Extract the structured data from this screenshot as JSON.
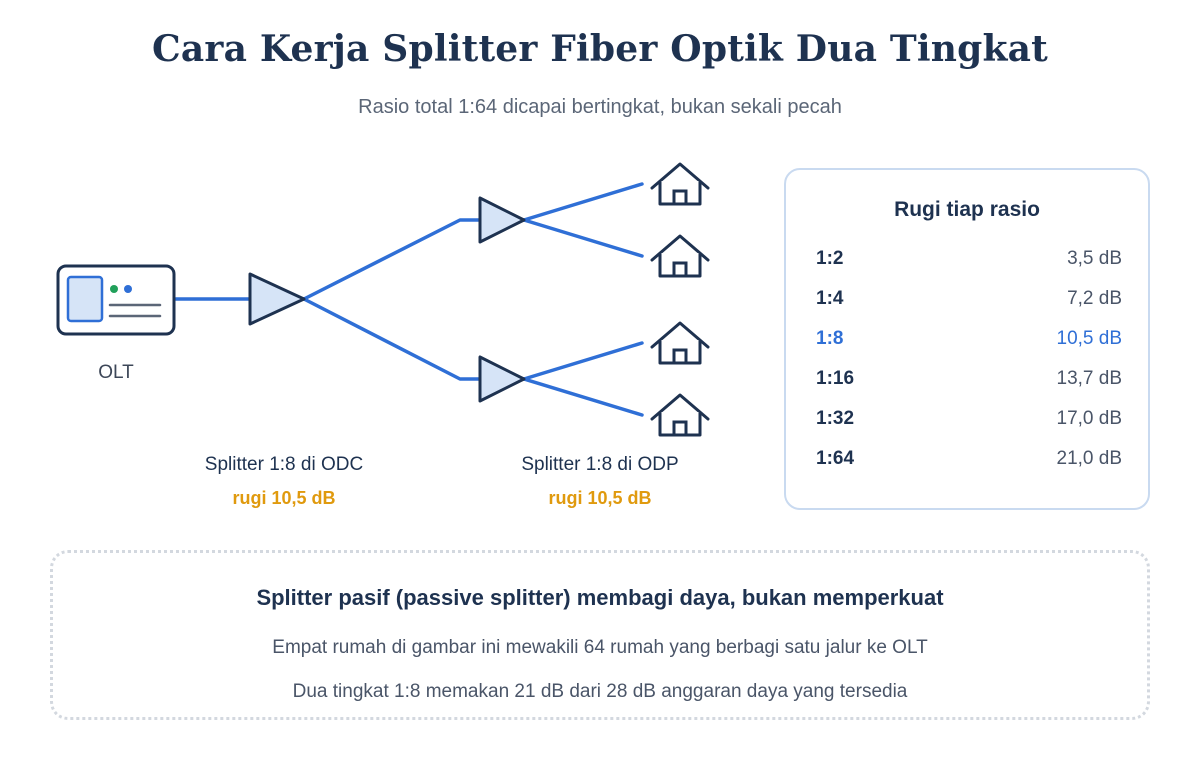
{
  "header": {
    "title": "Cara Kerja Splitter Fiber Optik Dua Tingkat",
    "subtitle": "Rasio total 1:64 dicapai bertingkat, bukan sekali pecah"
  },
  "diagram": {
    "olt_label": "OLT",
    "splitter_odc": {
      "name": "Splitter 1:8 di ODC",
      "loss": "rugi 10,5 dB"
    },
    "splitter_odp": {
      "name": "Splitter 1:8 di ODP",
      "loss": "rugi 10,5 dB"
    },
    "homes_shown": 4,
    "colors": {
      "fiber": "#2f6fd6",
      "outline": "#1e3250",
      "splitter_fill": "#d6e4f7",
      "loss_text": "#e09a0e"
    }
  },
  "loss_table": {
    "title": "Rugi tiap rasio",
    "highlight_color": "#2f6fd6",
    "rows": [
      {
        "ratio": "1:2",
        "loss": "3,5 dB",
        "highlight": false
      },
      {
        "ratio": "1:4",
        "loss": "7,2 dB",
        "highlight": false
      },
      {
        "ratio": "1:8",
        "loss": "10,5 dB",
        "highlight": true
      },
      {
        "ratio": "1:16",
        "loss": "13,7 dB",
        "highlight": false
      },
      {
        "ratio": "1:32",
        "loss": "17,0 dB",
        "highlight": false
      },
      {
        "ratio": "1:64",
        "loss": "21,0 dB",
        "highlight": false
      }
    ]
  },
  "note": {
    "title": "Splitter pasif (passive splitter) membagi daya, bukan memperkuat",
    "line1": "Empat rumah di gambar ini mewakili 64 rumah yang berbagi satu jalur ke OLT",
    "line2": "Dua tingkat 1:8 memakan 21 dB dari 28 dB anggaran daya yang tersedia"
  }
}
